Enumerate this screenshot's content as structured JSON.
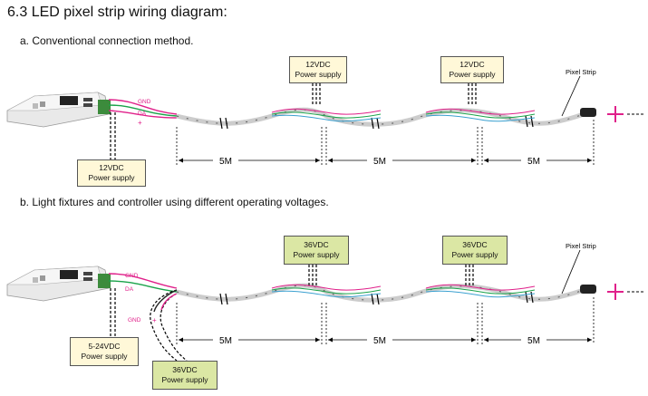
{
  "heading": "6.3 LED pixel strip wiring diagram:",
  "section_a": {
    "title": "a.  Conventional connection method.",
    "ps_left": {
      "line1": "12VDC",
      "line2": "Power supply"
    },
    "ps_mid1": {
      "line1": "12VDC",
      "line2": "Power supply"
    },
    "ps_mid2": {
      "line1": "12VDC",
      "line2": "Power supply"
    },
    "pixel_strip_label": "Pixel Strip",
    "wire_gnd": "GND",
    "wire_da": "DA",
    "wire_plus": "+",
    "length1": "5M",
    "length2": "5M",
    "length3": "5M"
  },
  "section_b": {
    "title": "b.  Light fixtures and controller using different operating voltages.",
    "ps_controller": {
      "line1": "5-24VDC",
      "line2": "Power supply"
    },
    "ps_strip": {
      "line1": "36VDC",
      "line2": "Power supply"
    },
    "ps_mid1": {
      "line1": "36VDC",
      "line2": "Power supply"
    },
    "ps_mid2": {
      "line1": "36VDC",
      "line2": "Power supply"
    },
    "pixel_strip_label": "Pixel Strip",
    "wire_gnd": "GND",
    "wire_da": "DA",
    "strip_gnd": "GND",
    "strip_plus": "+",
    "length1": "5M",
    "length2": "5M",
    "length3": "5M"
  },
  "colors": {
    "gnd_wire": "#e0208a",
    "da_wire": "#1aa34a",
    "plus_wire": "#e0208a",
    "cross": "#e0208a"
  }
}
